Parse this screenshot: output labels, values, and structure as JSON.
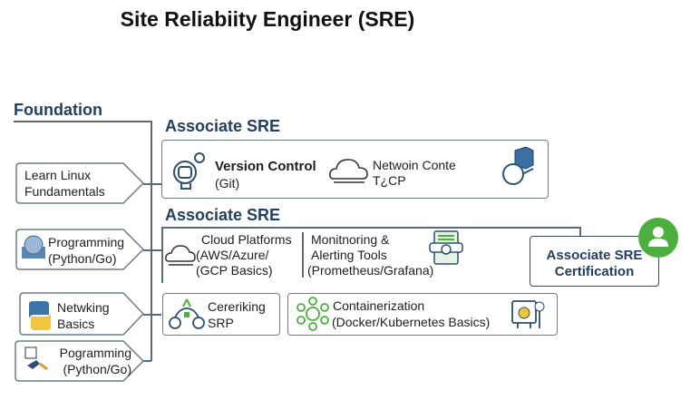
{
  "title": "Site Reliabiity Engineer (SRE)",
  "foundation": {
    "heading": "Foundation",
    "items": [
      {
        "label": "Learn Linux Fundamentals"
      },
      {
        "label": "Programming (Python/Go)"
      },
      {
        "label": "Netwking Basics"
      },
      {
        "label": "Pogramming (Python/Go)"
      }
    ]
  },
  "associate1": {
    "heading": "Associate SRE",
    "items": [
      {
        "title": "Version Control",
        "sub": "(Git)"
      },
      {
        "title": "Netwoin Conte",
        "sub": "T¿CP"
      }
    ]
  },
  "associate2": {
    "heading": "Associate SRE",
    "items": [
      {
        "l1": "Cloud Platforms",
        "l2": "(AWS/Azure/",
        "l3": "(GCP Basics)"
      },
      {
        "l1": "Monitnoring &",
        "l2": "Alerting Tools",
        "l3": "(Prometheus/Grafana)"
      }
    ]
  },
  "row3": [
    {
      "l1": "Cereriking",
      "l2": "SRP"
    },
    {
      "l1": "Containerization",
      "l2": "(Docker/Kubernetes Basics)"
    }
  ],
  "certification": {
    "l1": "Associate SRE",
    "l2": "Certification"
  },
  "colors": {
    "heading": "#23405e",
    "accent_green": "#4caf3f",
    "border": "#6d7b8a"
  }
}
